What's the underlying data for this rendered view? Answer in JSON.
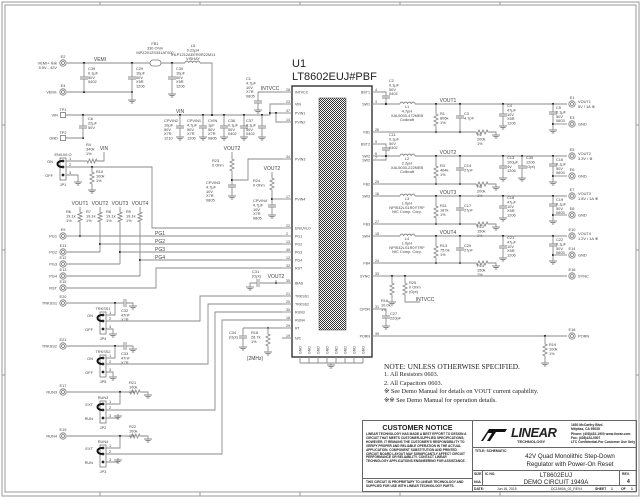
{
  "chip": {
    "ref": "U1",
    "part": "LT8602EUJ#PBF",
    "left_pins": [
      {
        "num": "28",
        "name": "INTVCC"
      },
      {
        "num": "23",
        "name": "VIN"
      },
      {
        "num": "37",
        "name": "PVIN1"
      },
      {
        "num": "14",
        "name": "PVIN2"
      },
      {
        "num": "34",
        "name": "PVIN3"
      },
      {
        "num": "17",
        "name": "PVIN4"
      },
      {
        "num": "22",
        "name": "EN/UVLO"
      },
      {
        "num": "2",
        "name": "PG1"
      },
      {
        "num": "13",
        "name": "PG2"
      },
      {
        "num": "40",
        "name": "PG3"
      },
      {
        "num": "12",
        "name": "PG4"
      },
      {
        "num": "32",
        "name": "RST"
      },
      {
        "num": "35",
        "name": "BIAS"
      },
      {
        "num": "21",
        "name": "TRKSS1"
      },
      {
        "num": "20",
        "name": "TRKSS2"
      },
      {
        "num": "30",
        "name": "RUN3"
      },
      {
        "num": "18",
        "name": "RUN4"
      },
      {
        "num": "29",
        "name": "RT"
      },
      {
        "num": "19",
        "name": "N/C"
      }
    ],
    "right_pins": [
      {
        "num": "4",
        "name": "BST1"
      },
      {
        "num": "3",
        "name": "SW1"
      },
      {
        "num": "26",
        "name": "FB1"
      },
      {
        "num": "5",
        "name": "BST2"
      },
      {
        "num": "6",
        "name": "SW2"
      },
      {
        "num": "7",
        "name": "SW2"
      },
      {
        "num": "25",
        "name": "FB2"
      },
      {
        "num": "16",
        "name": "SW3"
      },
      {
        "num": "27",
        "name": "FB3"
      },
      {
        "num": "15",
        "name": "SW4"
      },
      {
        "num": "24",
        "name": "FB4"
      },
      {
        "num": "33",
        "name": "SYNC"
      },
      {
        "num": "31",
        "name": "CPOR"
      },
      {
        "num": "39",
        "name": "PORN"
      }
    ],
    "gnd_pins": [
      "GND",
      "GND",
      "GND",
      "GND",
      "GND",
      "GND",
      "GND",
      "GND"
    ]
  },
  "nets": {
    "VEMI": "VEMI",
    "VIN": "VIN",
    "INTVCC": "INTVCC",
    "VOUT1": "VOUT1",
    "VOUT2": "VOUT2",
    "VOUT3": "VOUT3",
    "VOUT4": "VOUT4",
    "PG1": "PG1",
    "PG2": "PG2",
    "PG3": "PG3",
    "PG4": "PG4",
    "RT_FREQ": "(2MHz)"
  },
  "terminals": {
    "E2": {
      "ref": "E2",
      "label": "VEMI+ ※※",
      "sub": "5.5V - 42V"
    },
    "E4": {
      "ref": "E4",
      "label": "VEMI-"
    },
    "TP1": {
      "ref": "TP1",
      "label": "VIN"
    },
    "TP2": {
      "ref": "TP2",
      "label": "GND"
    },
    "E9": {
      "ref": "E9",
      "label": "PG1"
    },
    "E11": {
      "ref": "E11",
      "label": "PG2"
    },
    "E12": {
      "ref": "E12",
      "label": "PG3"
    },
    "E13": {
      "ref": "E13",
      "label": "PG4"
    },
    "E15": {
      "ref": "E15",
      "label": "RST"
    },
    "E20": {
      "ref": "E20",
      "label": "TRKSS1"
    },
    "E21": {
      "ref": "E21",
      "label": "TRKSS2"
    },
    "E17": {
      "ref": "E17",
      "label": "RUN3"
    },
    "E19": {
      "ref": "E19",
      "label": "RUN4"
    },
    "E1": {
      "ref": "E1",
      "label": "VOUT1",
      "sub": "5V / 1A ※"
    },
    "E3": {
      "ref": "E3",
      "label": "GND"
    },
    "E5": {
      "ref": "E5",
      "label": "VOUT2",
      "sub": "3.3V / ※"
    },
    "E6": {
      "ref": "E6",
      "label": "GND"
    },
    "E7": {
      "ref": "E7",
      "label": "VOUT3",
      "sub": "1.8V / 1A ※"
    },
    "E8": {
      "ref": "E8",
      "label": "GND"
    },
    "E10": {
      "ref": "E10",
      "label": "VOUT4",
      "sub": "1.2V / 1A ※"
    },
    "E14": {
      "ref": "E14",
      "label": "GND"
    },
    "E16": {
      "ref": "E16",
      "label": "SYNC"
    },
    "E18": {
      "ref": "E18",
      "label": "PORN"
    }
  },
  "jumpers": {
    "JP1": {
      "ref": "JP1",
      "title": "EN/UVLO",
      "a": "ON",
      "b": "OFF",
      "pins": [
        "1",
        "2",
        "3"
      ]
    },
    "JP4": {
      "ref": "JP4",
      "title": "TRKSS1",
      "a": "ON",
      "b": "OFF",
      "pins": [
        "1",
        "2",
        "3"
      ]
    },
    "JP5": {
      "ref": "JP5",
      "title": "TRKSS2",
      "a": "ON",
      "b": "OFF",
      "pins": [
        "1",
        "2",
        "3"
      ]
    },
    "JP2": {
      "ref": "JP2",
      "title": "RUN3",
      "a": "EXT",
      "b": "RUN",
      "pins": [
        "1",
        "2",
        "3"
      ]
    },
    "JP3": {
      "ref": "JP3",
      "title": "RUN4",
      "a": "EXT",
      "b": "RUN",
      "pins": [
        "1",
        "2",
        "3"
      ]
    }
  },
  "components": {
    "C39": [
      "C39",
      "0.1µF",
      "50V",
      "0402"
    ],
    "C29": [
      "C29",
      "10µF",
      "50V",
      "X5R",
      "1206"
    ],
    "C30": [
      "C30",
      "10µF",
      "50V",
      "X5R",
      "1206"
    ],
    "FB1": [
      "FB1",
      "330 Ohm",
      "MPZ2012S331AT000"
    ],
    "L5": [
      "L5",
      "0.22µH",
      "IHLP1212AEER0R22M11",
      "VISHAY"
    ],
    "C6": [
      "C6",
      "22µF",
      "50V"
    ],
    "CPVIN2": [
      "CPVIN2",
      "10µF",
      "50V",
      "X7R",
      "1210"
    ],
    "CPVIN1": [
      "CPVIN1",
      "4.7µF",
      "50V",
      "X7R",
      "1206"
    ],
    "CVIN": [
      "CVIN",
      "1µF",
      "50V",
      "X7R",
      "0805"
    ],
    "C36": [
      "C36",
      "0.1µF",
      "50V",
      "0402"
    ],
    "C37": [
      "C37",
      "0.1µF",
      "50V",
      "0402"
    ],
    "C1": [
      "C1",
      "4.7µF",
      "10V",
      "X7R",
      "0805"
    ],
    "R4": [
      "R4",
      "340k",
      "1%"
    ],
    "R10": [
      "R10",
      "100k",
      "1%"
    ],
    "R23": [
      "R23",
      "0 Ohm"
    ],
    "CPVIN3": [
      "CPVIN3",
      "4.7µF",
      "10V",
      "X7R",
      "0805"
    ],
    "R24": [
      "R24",
      "0 Ohm"
    ],
    "CPVIN4": [
      "CPVIN4",
      "4.7µF",
      "10V",
      "X7R",
      "0805"
    ],
    "R6": [
      "R6",
      "19.1k",
      "1%"
    ],
    "R7": [
      "R7",
      "19.1k",
      "1%"
    ],
    "R8": [
      "R8",
      "19.1k",
      "1%"
    ],
    "R9": [
      "R9",
      "19.1k",
      "1%"
    ],
    "C31": [
      "C31",
      "(Opt)"
    ],
    "C32": [
      "C32",
      "47nF",
      "X7R"
    ],
    "C33": [
      "C33",
      "47nF",
      "X7R"
    ],
    "R21": [
      "R21",
      "100k",
      "1%"
    ],
    "R22": [
      "R22",
      "100k",
      "1%"
    ],
    "C34": [
      "C34",
      "(Opt)"
    ],
    "R18": [
      "R18",
      "28.7k",
      "1%"
    ],
    "C2": [
      "C2",
      "0.1µF",
      "50V",
      "0402"
    ],
    "L1": [
      "L1",
      "4.7µH",
      "XAL5030-472MEB",
      "Coilcraft"
    ],
    "R1": [
      "R1",
      "806k",
      "1%"
    ],
    "C3": [
      "C3",
      "4.7pF"
    ],
    "R2": [
      "R2",
      "200k",
      "1%"
    ],
    "C4": [
      "C4",
      "47µF",
      "10V",
      "X5R",
      "1206"
    ],
    "C5": [
      "C5",
      "0.1µF",
      "50V",
      "0603"
    ],
    "C11": [
      "C11",
      "0.1µF",
      "50V",
      "0402"
    ],
    "L2": [
      "L2",
      "2.2µH",
      "XAL5030-222MEB",
      "Coilcraft"
    ],
    "R3": [
      "R3",
      "464k",
      "1%"
    ],
    "C14": [
      "C14",
      "27pF"
    ],
    "R5": [
      "R5",
      "200k",
      "1%"
    ],
    "C13": [
      "C13",
      "100µF",
      "4V",
      "1206"
    ],
    "C35": [
      "C35",
      "1206",
      "(Opt)"
    ],
    "C16": [
      "C16",
      "0.1µF",
      "50V",
      "0603"
    ],
    "L3": [
      "L3",
      "1.0µH",
      "NPIS42LS1R0YTRF",
      "NIC Comp. Corp."
    ],
    "R11": [
      "R11",
      "187k",
      "1%"
    ],
    "C17": [
      "C17",
      "27pF"
    ],
    "R12": [
      "R12",
      "150k",
      "1%"
    ],
    "C18": [
      "C18",
      "47µF",
      "10V",
      "X5R",
      "1206"
    ],
    "C19": [
      "C19",
      "0.1µF",
      "50V",
      "0603"
    ],
    "L4": [
      "L4",
      "1.0µH",
      "NPIS42LS1R0YTRF",
      "NIC Comp. Corp."
    ],
    "R13": [
      "R13",
      "75.0k",
      "1%"
    ],
    "C20": [
      "C20",
      "27pF"
    ],
    "R14": [
      "R14",
      "150k",
      "1%"
    ],
    "C21": [
      "C21",
      "47µF",
      "10V",
      "X5R",
      "1206"
    ],
    "C22": [
      "C22",
      "0.1µF",
      "50V",
      "0603"
    ],
    "R16": [
      "R16",
      "10.0k",
      "1%"
    ],
    "R25": [
      "R25",
      "0 Ohm",
      "(Opt)"
    ],
    "C27": [
      "C27",
      "220pF"
    ],
    "R19": [
      "R19",
      "100k",
      "1%"
    ]
  },
  "notes": {
    "heading": "NOTE: UNLESS OTHERWISE SPECIFIED.",
    "items": [
      "1. All Resistors 0603.",
      "2. All Capacitors 0603.",
      "※ See Demo Manual for details on VOUT current capability.",
      "※※ See Demo Manual for operation details."
    ]
  },
  "title_block": {
    "customer_notice_title": "CUSTOMER NOTICE",
    "customer_notice_text": "LINEAR TECHNOLOGY HAS MADE A BEST EFFORT TO DESIGN A CIRCUIT THAT MEETS CUSTOMER-SUPPLIED SPECIFICATIONS; HOWEVER, IT REMAINS THE CUSTOMER'S RESPONSIBILITY TO VERIFY PROPER AND RELIABLE OPERATION IN THE ACTUAL APPLICATION. COMPONENT SUBSTITUTION AND PRINTED CIRCUIT BOARD LAYOUT MAY SIGNIFICANTLY AFFECT CIRCUIT PERFORMANCE OR RELIABILITY. CONTACT LINEAR TECHNOLOGY APPLICATIONS ENGINEERING FOR ASSISTANCE.",
    "proprietary": "THIS CIRCUIT IS PROPRIETARY TO LINEAR TECHNOLOGY AND SUPPLIED FOR USE WITH LINEAR TECHNOLOGY PARTS.",
    "logo_name": "LINEAR",
    "logo_sub": "TECHNOLOGY",
    "address": [
      "1630 McCarthy Blvd.",
      "Milpitas, CA 95035",
      "Phone: (408)432-1900   www.linear.com",
      "Fax: (408)434-0507",
      "LTC Confidential-For Customer Use Only"
    ],
    "title_label": "TITLE: SCHEMATIC",
    "title_lines": [
      "42V Quad Monolithic Step-Down",
      "Regulator with Power-On Reset"
    ],
    "size_label": "SIZE",
    "size": "N/A",
    "ic_label": "IC NO.",
    "ic": "LT8602EUJ",
    "demo": "DEMO CIRCUIT 1949A",
    "rev_label": "REV.",
    "rev": "4",
    "date_label": "DATE:",
    "date": "Jun 16, 2015",
    "file": "DC1949A_02_REV4",
    "sheet_label": "SHEET",
    "sheet": "1",
    "of_label": "OF",
    "of": "1"
  }
}
